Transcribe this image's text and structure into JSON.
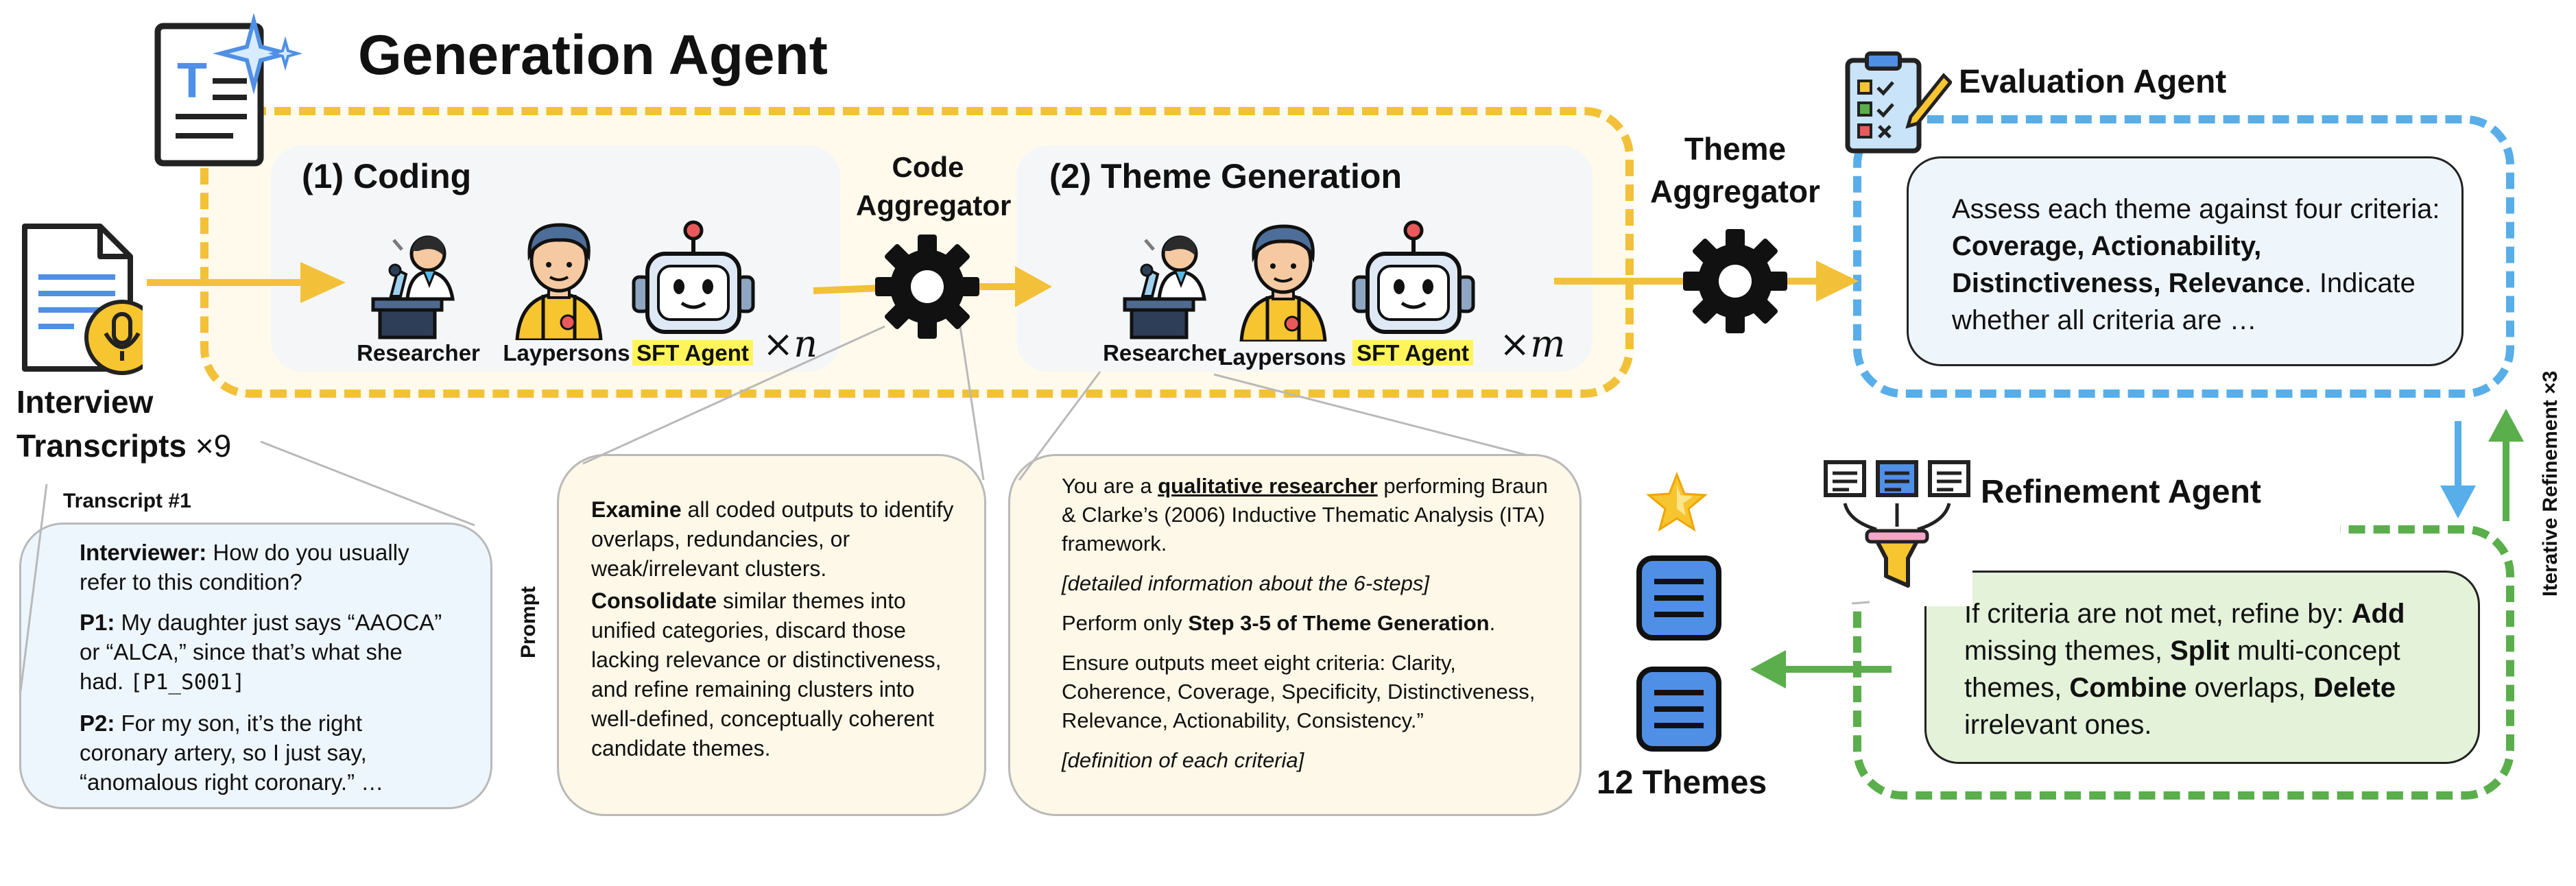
{
  "generation": {
    "title": "Generation Agent",
    "coding_title": "(1) Coding",
    "theme_gen_title": "(2) Theme Generation",
    "code_aggregator": [
      "Code",
      "Aggregator"
    ],
    "theme_aggregator": [
      "Theme",
      "Aggregator"
    ],
    "agents": {
      "researcher": "Researcher",
      "laypersons": "Laypersons",
      "sft": "SFT Agent"
    },
    "multiplier_coding": "×n",
    "multiplier_theme": "×m"
  },
  "transcripts": {
    "label_line1": "Interview",
    "label_line2": "Transcripts",
    "count": "×9",
    "card_title": "Transcript #1",
    "turns": [
      {
        "speaker": "Interviewer:",
        "text": " How do you usually refer to this condition?"
      },
      {
        "speaker": "P1:",
        "text": " My daughter just says “AAOCA” or “ALCA,” since that’s what she had. ",
        "code": "[P1_S001]"
      },
      {
        "speaker": "P2:",
        "text": " For my son, it’s the right coronary artery, so I just say, “anomalous right coronary.” …"
      }
    ]
  },
  "prompt_label": "Prompt",
  "code_prompt": {
    "p1_bold": "Examine",
    "p1_rest": " all coded outputs to identify overlaps, redundancies, or weak/irrelevant clusters.",
    "p2_bold": "Consolidate",
    "p2_rest": " similar themes into unified categories, discard those lacking relevance or distinctiveness, and refine remaining clusters into well-defined, conceptually coherent candidate themes."
  },
  "theme_prompt": {
    "line1_pre": "You are a ",
    "line1_role": "qualitative researcher",
    "line1_post": " performing Braun & Clarke’s (2006) Inductive Thematic Analysis (ITA) framework.",
    "line2": "[detailed information about the 6-steps]",
    "line3_pre": "Perform only ",
    "line3_bold": "Step 3-5 of Theme Generation",
    "line3_post": ".",
    "line4": "Ensure outputs meet eight criteria: Clarity, Coherence, Coverage, Specificity, Distinctiveness, Relevance, Actionability, Consistency.”",
    "line5": "[definition of each criteria]"
  },
  "evaluation": {
    "title": "Evaluation Agent",
    "text_pre": "Assess each theme against four criteria: ",
    "text_bold": "Coverage, Actionability, Distinctiveness, Relevance",
    "text_post": ". Indicate whether all criteria are …"
  },
  "refinement": {
    "title": "Refinement Agent",
    "t1": "If criteria are not met, refine by: ",
    "b1": "Add",
    "t2": " missing themes, ",
    "b2": "Split",
    "t3": " multi-concept themes, ",
    "b3": "Combine",
    "t4": " overlaps, ",
    "b4": "Delete",
    "t5": " irrelevant ones."
  },
  "iterative_label": "Iterative Refinement ×3",
  "themes_label": "12 Themes",
  "colors": {
    "yellow": "#f2c139",
    "blue": "#58aee8",
    "green": "#5aae4b",
    "icon_blue": "#4f8fe6",
    "highlight": "#fff45c"
  }
}
